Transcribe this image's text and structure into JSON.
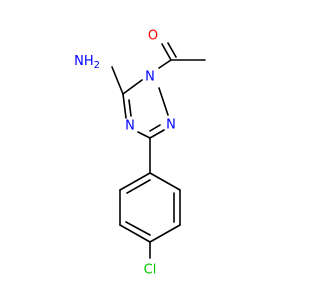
{
  "molecule": {
    "atoms": [
      {
        "id": "O",
        "label": "O",
        "color": "#ff0000"
      },
      {
        "id": "NH2",
        "label": "NH",
        "sub": "2",
        "color": "#0000ff"
      },
      {
        "id": "N1",
        "label": "N",
        "color": "#0000ff"
      },
      {
        "id": "N2",
        "label": "N",
        "color": "#0000ff"
      },
      {
        "id": "N4",
        "label": "N",
        "color": "#0000ff"
      },
      {
        "id": "Cl",
        "label": "Cl",
        "color": "#00cc00"
      }
    ],
    "bond_color": "#000000"
  }
}
